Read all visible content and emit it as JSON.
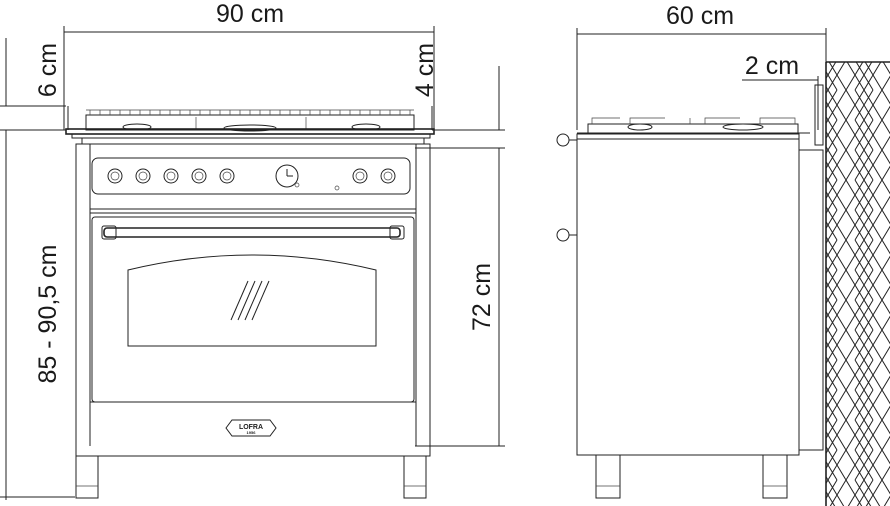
{
  "dimensions": {
    "width_front": "90 cm",
    "splash_height": "6 cm",
    "top_height": "4 cm",
    "total_height": "85 - 90,5 cm",
    "oven_height": "72 cm",
    "depth": "60 cm",
    "wall_gap": "2 cm"
  },
  "logo": {
    "brand": "LOFRA",
    "year": "1956"
  }
}
